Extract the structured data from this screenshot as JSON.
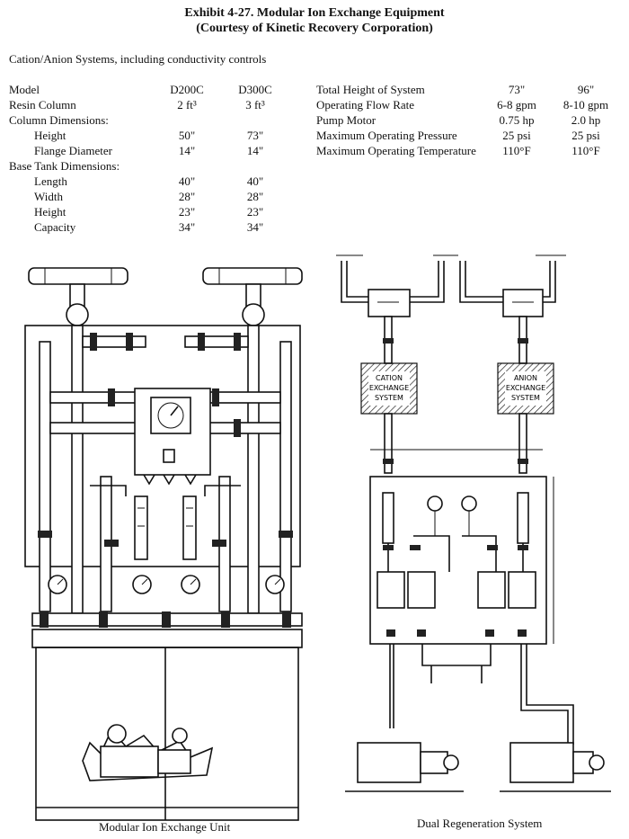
{
  "exhibit": {
    "title": "Exhibit 4-27. Modular Ion Exchange Equipment",
    "credit": "(Courtesy of Kinetic Recovery Corporation)"
  },
  "subtitle": "Cation/Anion Systems, including conductivity controls",
  "specs_left": {
    "header": {
      "label": "Model",
      "d200c": "D200C",
      "d300c": "D300C"
    },
    "rows": [
      {
        "label": "Resin Column",
        "d200c": "2 ft³",
        "d300c": "3 ft³",
        "indent": false
      },
      {
        "label": "Column Dimensions:",
        "d200c": "",
        "d300c": "",
        "indent": false
      },
      {
        "label": "Height",
        "d200c": "50\"",
        "d300c": "73\"",
        "indent": true
      },
      {
        "label": "Flange Diameter",
        "d200c": "14\"",
        "d300c": "14\"",
        "indent": true
      },
      {
        "label": "Base Tank Dimensions:",
        "d200c": "",
        "d300c": "",
        "indent": false
      },
      {
        "label": "Length",
        "d200c": "40\"",
        "d300c": "40\"",
        "indent": true
      },
      {
        "label": "Width",
        "d200c": "28\"",
        "d300c": "28\"",
        "indent": true
      },
      {
        "label": "Height",
        "d200c": "23\"",
        "d300c": "23\"",
        "indent": true
      },
      {
        "label": "Capacity",
        "d200c": "34\"",
        "d300c": "34\"",
        "indent": true
      }
    ]
  },
  "specs_right": [
    {
      "label": "Total Height of System",
      "d200c": "73\"",
      "d300c": "96\""
    },
    {
      "label": "Operating Flow Rate",
      "d200c": "6-8 gpm",
      "d300c": "8-10 gpm"
    },
    {
      "label": "Pump Motor",
      "d200c": "0.75 hp",
      "d300c": "2.0 hp"
    },
    {
      "label": "Maximum Operating Pressure",
      "d200c": "25 psi",
      "d300c": "25 psi"
    },
    {
      "label": "Maximum Operating Temperature",
      "d200c": "110°F",
      "d300c": "110°F"
    }
  ],
  "figures": {
    "left_caption": "Modular Ion Exchange Unit",
    "right_caption": "Dual Regeneration System",
    "cation_label": [
      "CATION",
      "EXCHANGE",
      "SYSTEM"
    ],
    "anion_label": [
      "ANION",
      "EXCHANGE",
      "SYSTEM"
    ]
  }
}
